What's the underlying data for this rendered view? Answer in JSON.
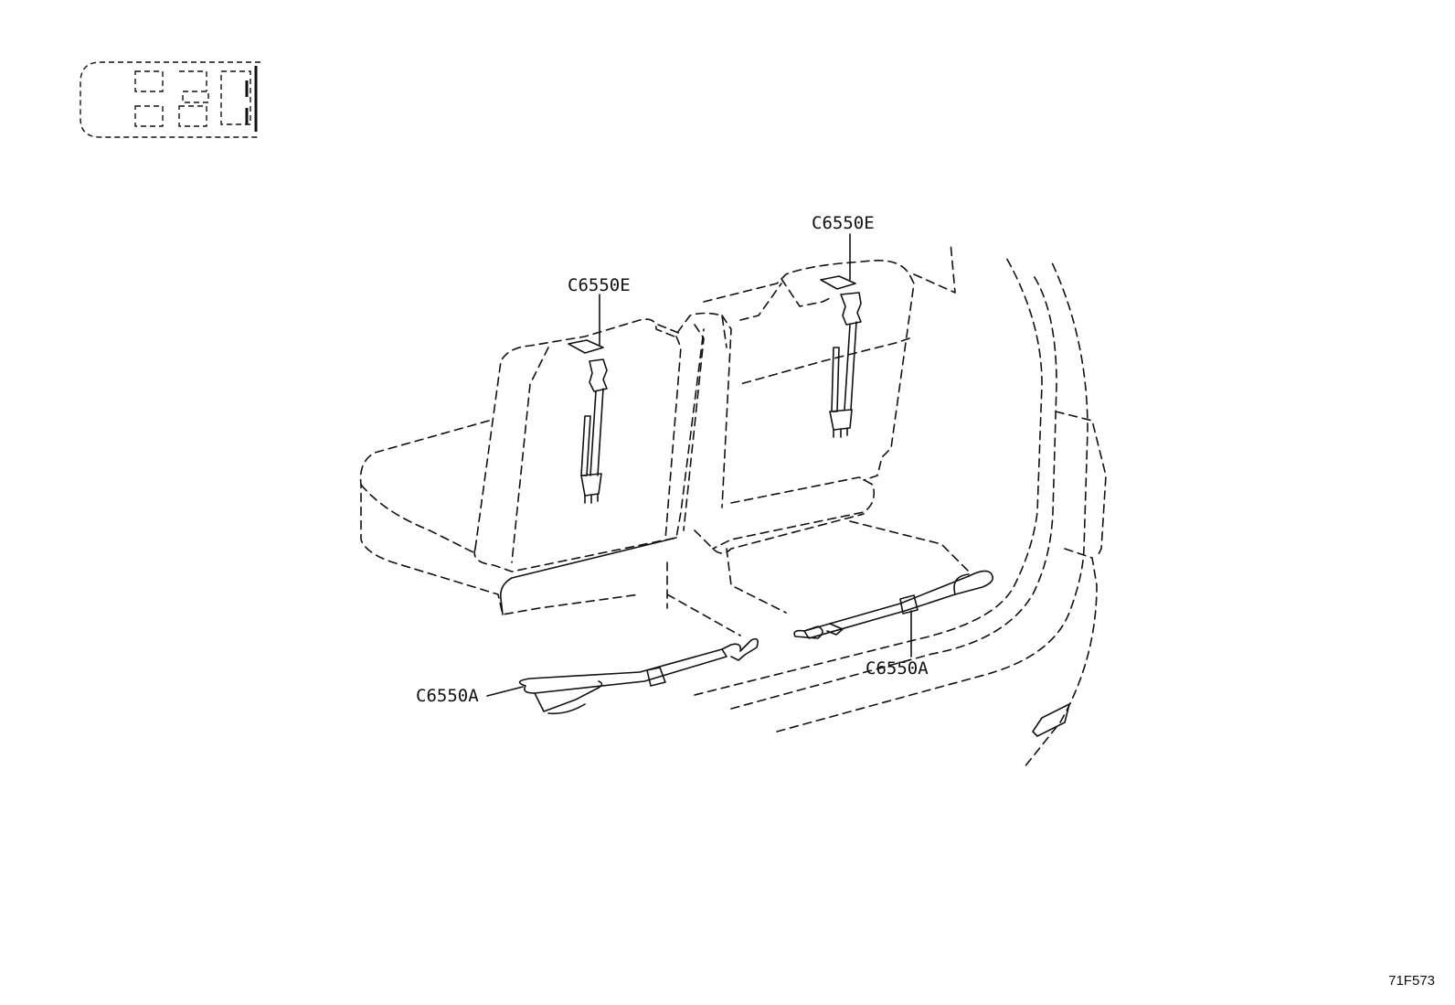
{
  "callouts": {
    "upper_left": "C6550E",
    "upper_right": "C6550E",
    "lower_left": "C6550A",
    "lower_right": "C6550A"
  },
  "diagram_code": "71F573",
  "icons": [
    "vehicle-seat-layout-icon"
  ]
}
